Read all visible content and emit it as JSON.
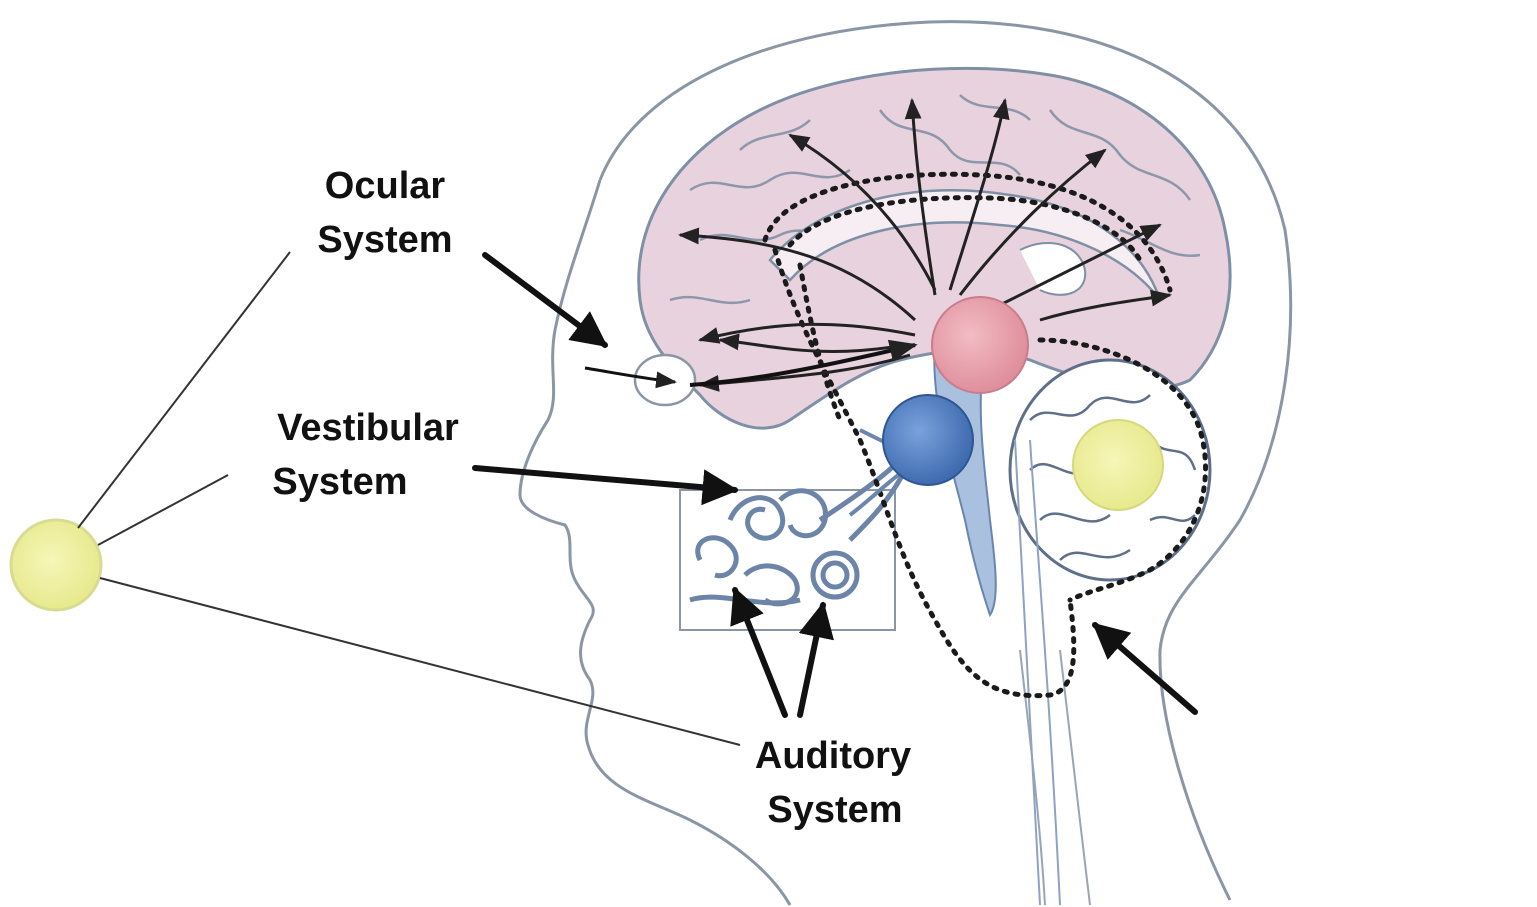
{
  "labels": {
    "ocular": [
      "Ocular",
      "System"
    ],
    "vestibular": [
      "Vestibular",
      "System"
    ],
    "auditory": [
      "Auditory",
      "System"
    ]
  },
  "colors": {
    "background": "#ffffff",
    "outline": "#8a96a6",
    "brain_fill": "#e8d2de",
    "brain_outline": "#7f8fa5",
    "pink_node": "#e7a3ae",
    "blue_node": "#5a86c8",
    "yellow_node": "#f0ef9a",
    "green_yellow_node": "#e8f0a8",
    "arrow": "#111111",
    "inner_ear": "#6c84a8"
  },
  "icons": {
    "pink_node": "thalamus-node",
    "blue_node": "brainstem-node",
    "yellow_node": "cerebellum-node",
    "left_node": "sensory-hub-node"
  }
}
